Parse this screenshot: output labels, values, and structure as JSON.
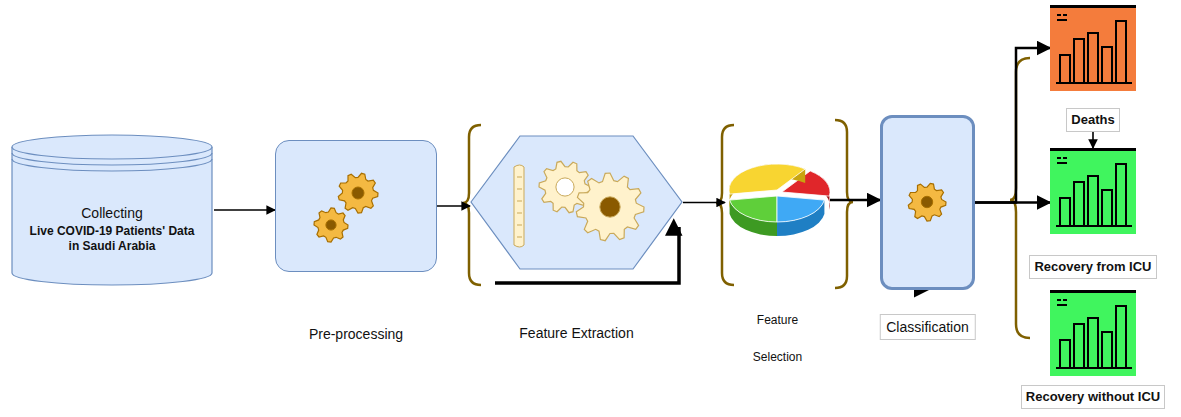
{
  "diagram": {
    "nodes": [
      {
        "text": [
          "Collecting",
          "Live COVID-19 Patients' Data in Saudi Arabia"
        ]
      },
      {
        "text": [
          "Pre-processing"
        ]
      },
      {
        "text": [
          "Feature Extraction"
        ]
      },
      {
        "text": [
          "Feature Selection"
        ]
      },
      {
        "text": [
          "Classification"
        ]
      },
      {
        "text": [
          "Deaths"
        ]
      },
      {
        "text": [
          "Recovery from ICU"
        ]
      },
      {
        "text": [
          "Recovery without ICU"
        ]
      }
    ],
    "edges": [
      {
        "from": 0,
        "to": 1,
        "arrow": "to"
      },
      {
        "from": 1,
        "to": 2,
        "arrow": "to"
      },
      {
        "from": 2,
        "to": 3,
        "arrow": "to"
      },
      {
        "from": 3,
        "to": 4,
        "arrow": "to"
      },
      {
        "from": 4,
        "to": 5,
        "arrow": "to"
      },
      {
        "from": 4,
        "to": 6,
        "arrow": "to"
      },
      {
        "from": 4,
        "to": 7,
        "arrow": "to"
      },
      {
        "from": 5,
        "to": 6,
        "arrow": "to"
      }
    ]
  }
}
